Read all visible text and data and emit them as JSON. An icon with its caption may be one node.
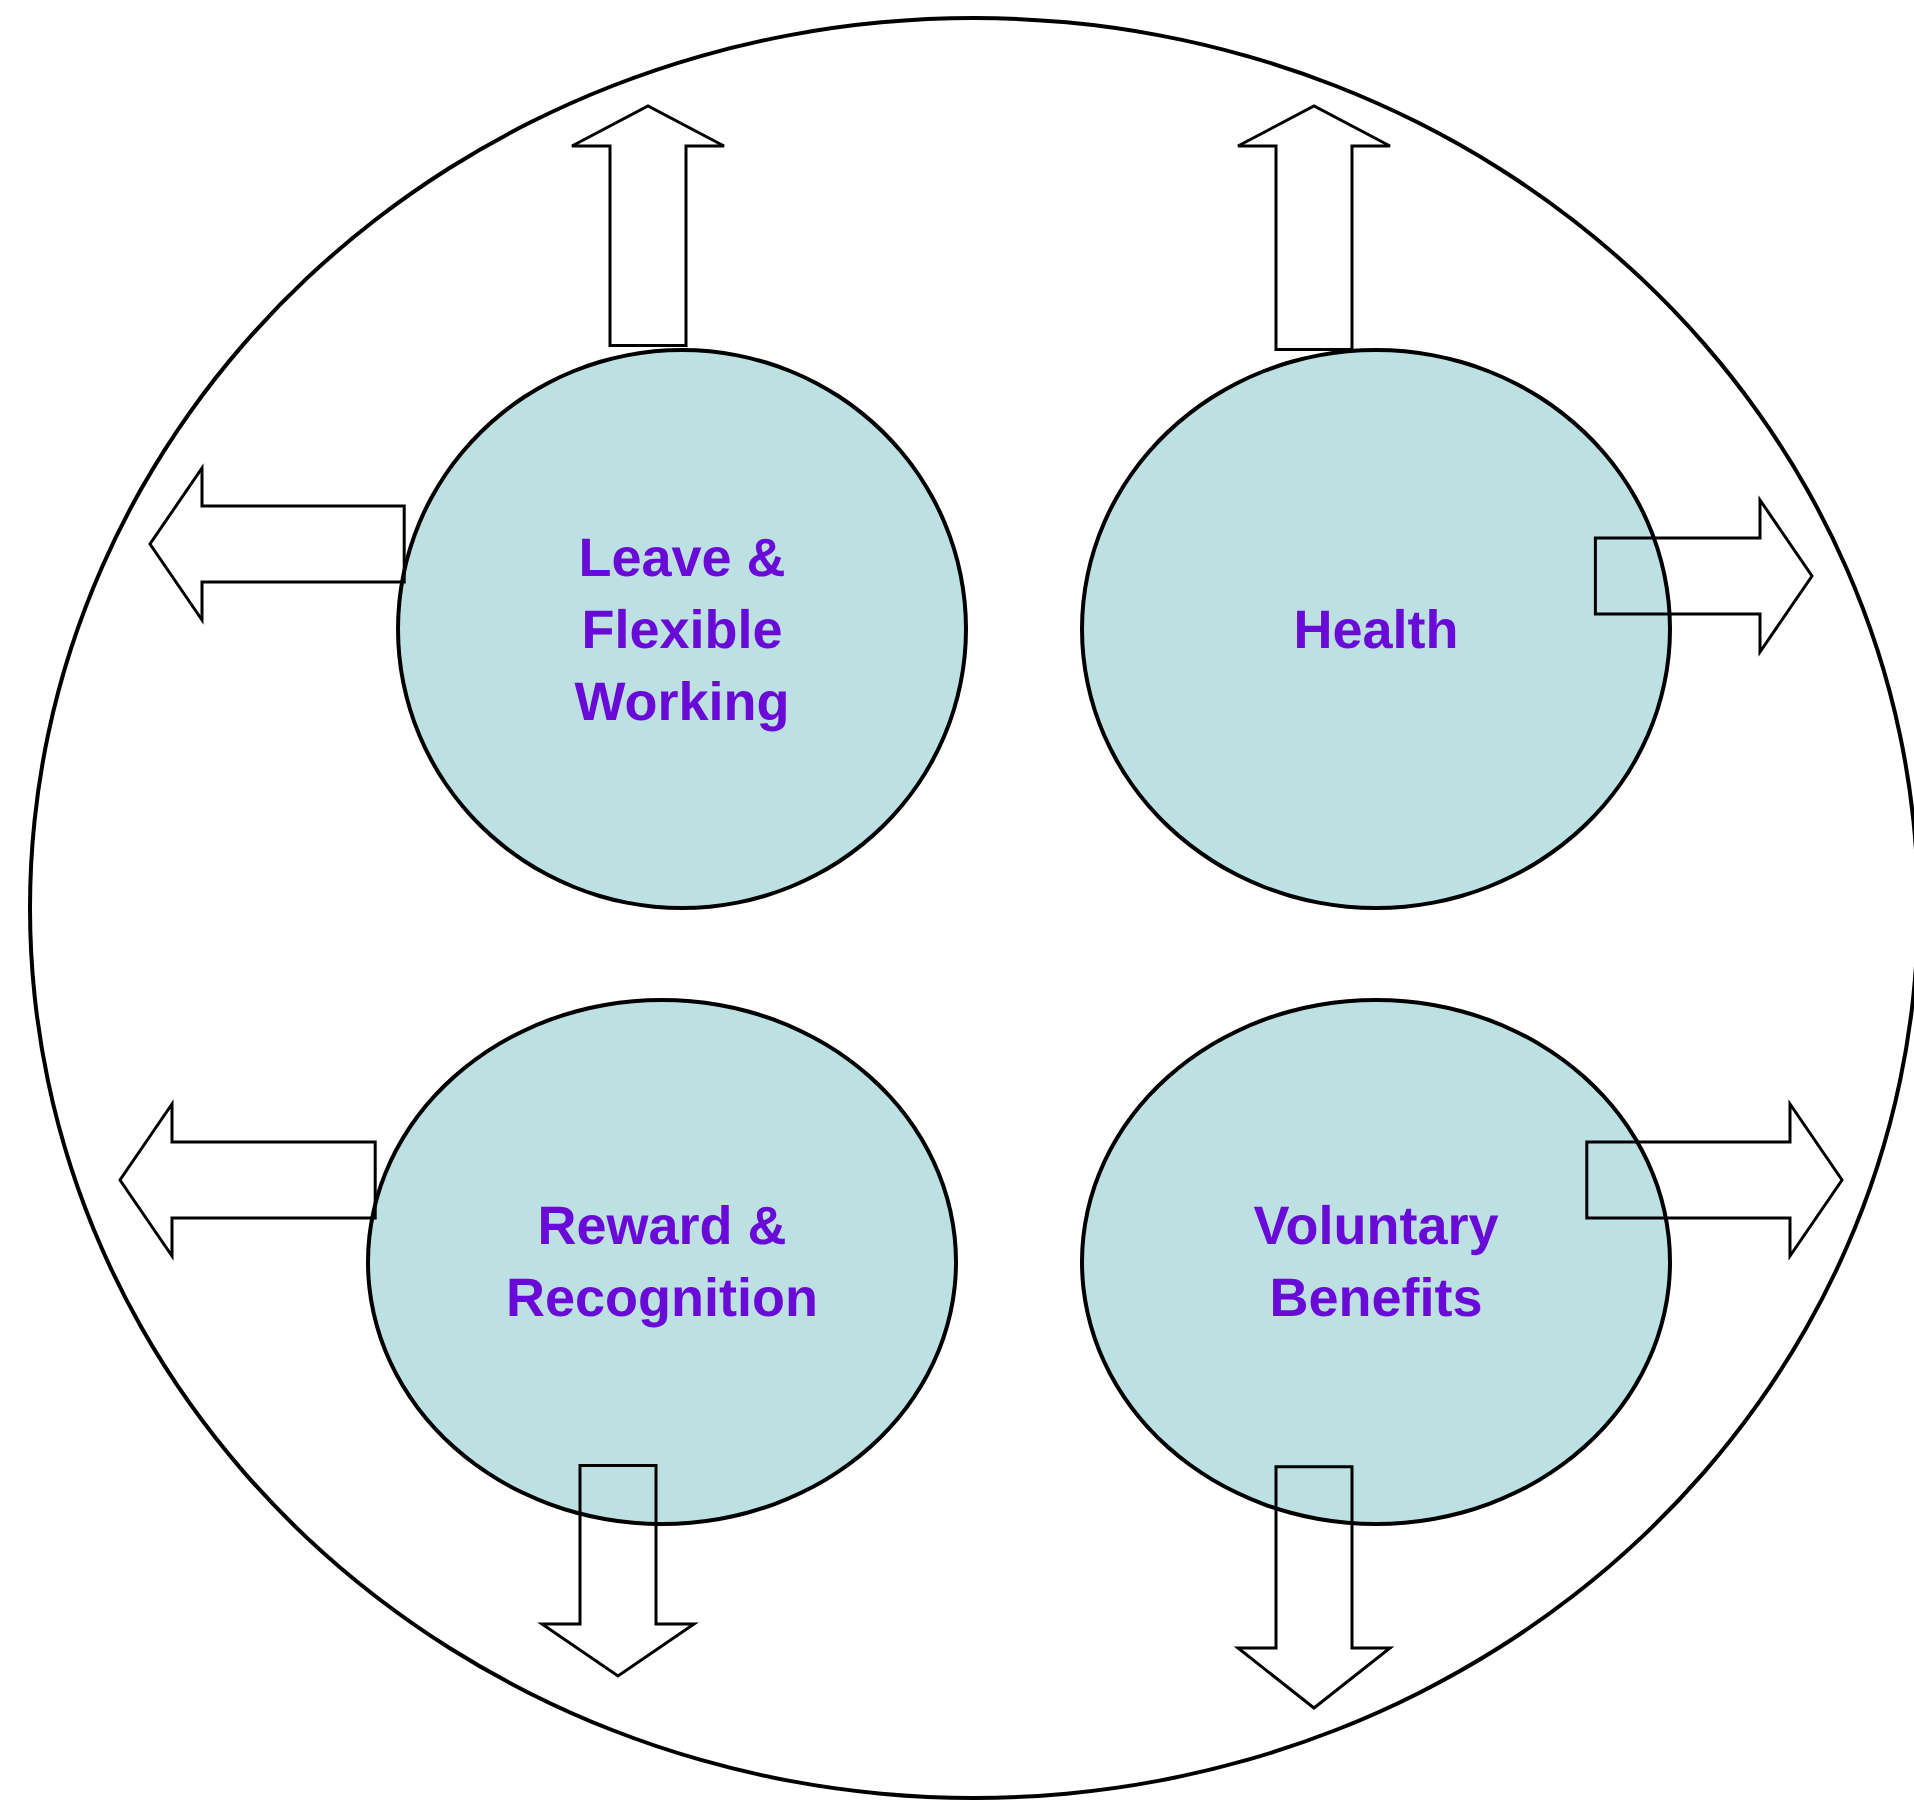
{
  "diagram": {
    "nodes": [
      {
        "text": [],
        "shape": "circle"
      },
      {
        "text": [
          "Leave & Flexible Working"
        ],
        "in": 0
      },
      {
        "text": [
          "Health"
        ],
        "in": 0
      },
      {
        "text": [
          "Reward & Recognition"
        ],
        "in": 0
      },
      {
        "text": [
          "Voluntary Benefits"
        ],
        "in": 0
      }
    ],
    "edges": [
      {
        "from": 1,
        "to": null,
        "arrow": "to"
      },
      {
        "from": 2,
        "to": null,
        "arrow": "to"
      },
      {
        "from": 1,
        "to": null,
        "arrow": "to"
      },
      {
        "from": 2,
        "to": null,
        "arrow": "to"
      },
      {
        "from": 3,
        "to": null,
        "arrow": "to"
      },
      {
        "from": 4,
        "to": null,
        "arrow": "to"
      },
      {
        "from": 3,
        "to": null,
        "arrow": "to"
      },
      {
        "from": 4,
        "to": null,
        "arrow": "to"
      }
    ]
  }
}
